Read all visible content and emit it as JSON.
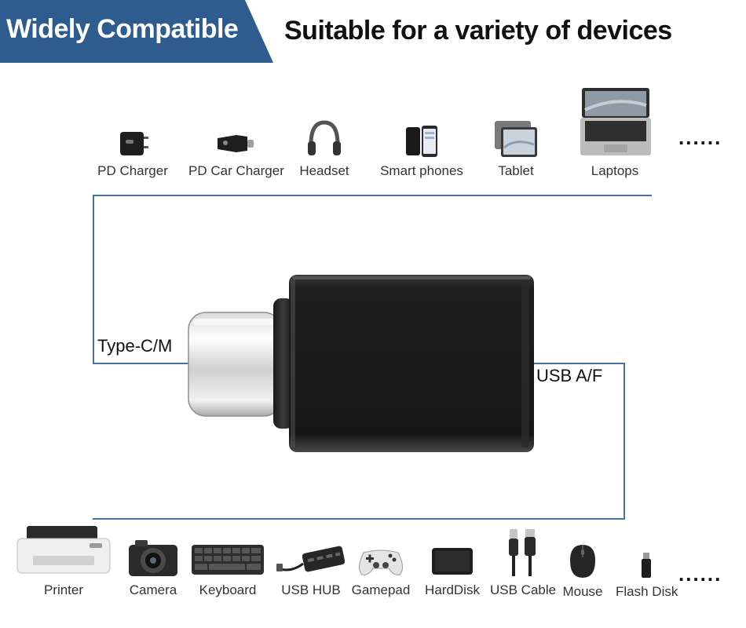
{
  "banner": {
    "tag": "Widely Compatible",
    "headline": "Suitable for a variety of devices"
  },
  "top_devices": [
    {
      "label": "PD Charger",
      "icon": "pd-charger-icon"
    },
    {
      "label": "PD Car Charger",
      "icon": "car-charger-icon"
    },
    {
      "label": "Headset",
      "icon": "headset-icon"
    },
    {
      "label": "Smart phones",
      "icon": "smartphone-icon"
    },
    {
      "label": "Tablet",
      "icon": "tablet-icon"
    },
    {
      "label": "Laptops",
      "icon": "laptop-icon"
    }
  ],
  "bottom_devices": [
    {
      "label": "Printer",
      "icon": "printer-icon"
    },
    {
      "label": "Camera",
      "icon": "camera-icon"
    },
    {
      "label": "Keyboard",
      "icon": "keyboard-icon"
    },
    {
      "label": "USB HUB",
      "icon": "usb-hub-icon"
    },
    {
      "label": "Gamepad",
      "icon": "gamepad-icon"
    },
    {
      "label": "HardDisk",
      "icon": "harddisk-icon"
    },
    {
      "label": "USB Cable",
      "icon": "usb-cable-icon"
    },
    {
      "label": "Mouse",
      "icon": "mouse-icon"
    },
    {
      "label": "Flash Disk",
      "icon": "flash-disk-icon"
    }
  ],
  "ellipsis": "......",
  "connectors": {
    "left": "Type-C/M",
    "right": "USB A/F"
  },
  "colors": {
    "banner": "#2e5c8f",
    "line": "#4a6fa3",
    "adapter": "#1b1b1b"
  }
}
